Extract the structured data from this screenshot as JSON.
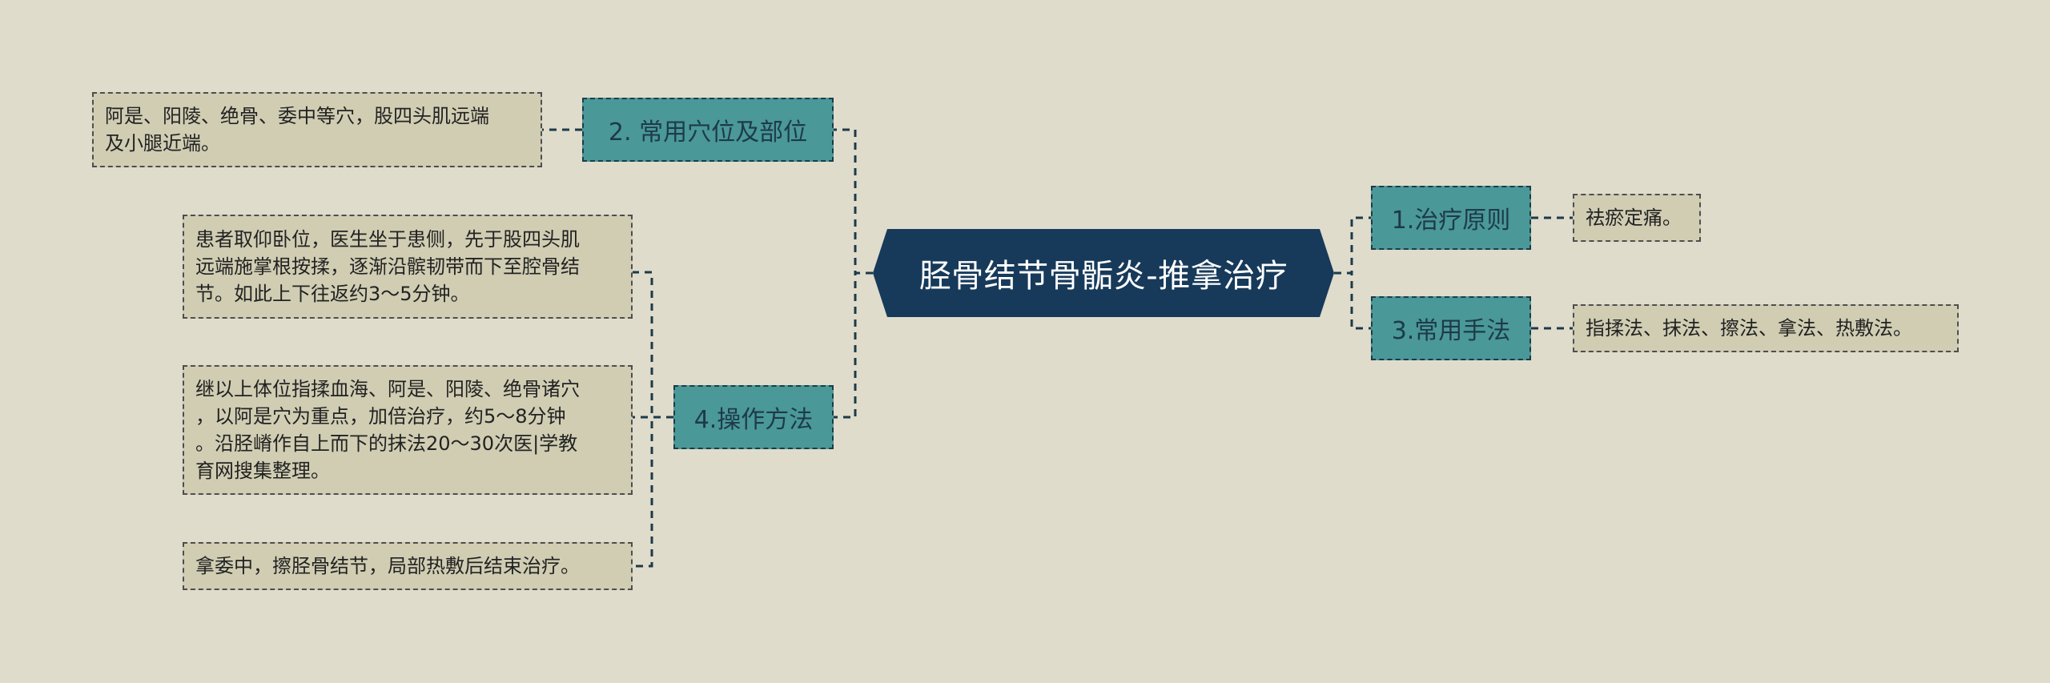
{
  "center": {
    "title": "胫骨结节骨骺炎-推拿治疗"
  },
  "branches": {
    "b1": {
      "label": "1.治疗原则"
    },
    "b2": {
      "label": "2. 常用穴位及部位"
    },
    "b3": {
      "label": "3.常用手法"
    },
    "b4": {
      "label": "4.操作方法"
    }
  },
  "leaves": {
    "l1": {
      "text": "祛瘀定痛。"
    },
    "l2": {
      "text": "阿是、阳陵、绝骨、委中等穴，股四头肌远端\n及小腿近端。"
    },
    "l3": {
      "text": "指揉法、抹法、擦法、拿法、热敷法。"
    },
    "l4a": {
      "text": "患者取仰卧位，医生坐于患侧，先于股四头肌\n远端施掌根按揉，逐渐沿髌韧带而下至腔骨结\n节。如此上下往返约3～5分钟。"
    },
    "l4b": {
      "text": "继以上体位指揉血海、阿是、阳陵、绝骨诸穴\n，以阿是穴为重点，加倍治疗，约5～8分钟\n。沿胫嵴作自上而下的抹法20～30次医|学教\n育网搜集整理。"
    },
    "l4c": {
      "text": "拿委中，擦胫骨结节，局部热敷后结束治疗。"
    }
  },
  "colors": {
    "background": "#dfdccc",
    "center_fill": "#173a5a",
    "branch_fill": "#4a9898",
    "leaf_fill": "#d0cdb3",
    "connector": "#1e3a48"
  }
}
